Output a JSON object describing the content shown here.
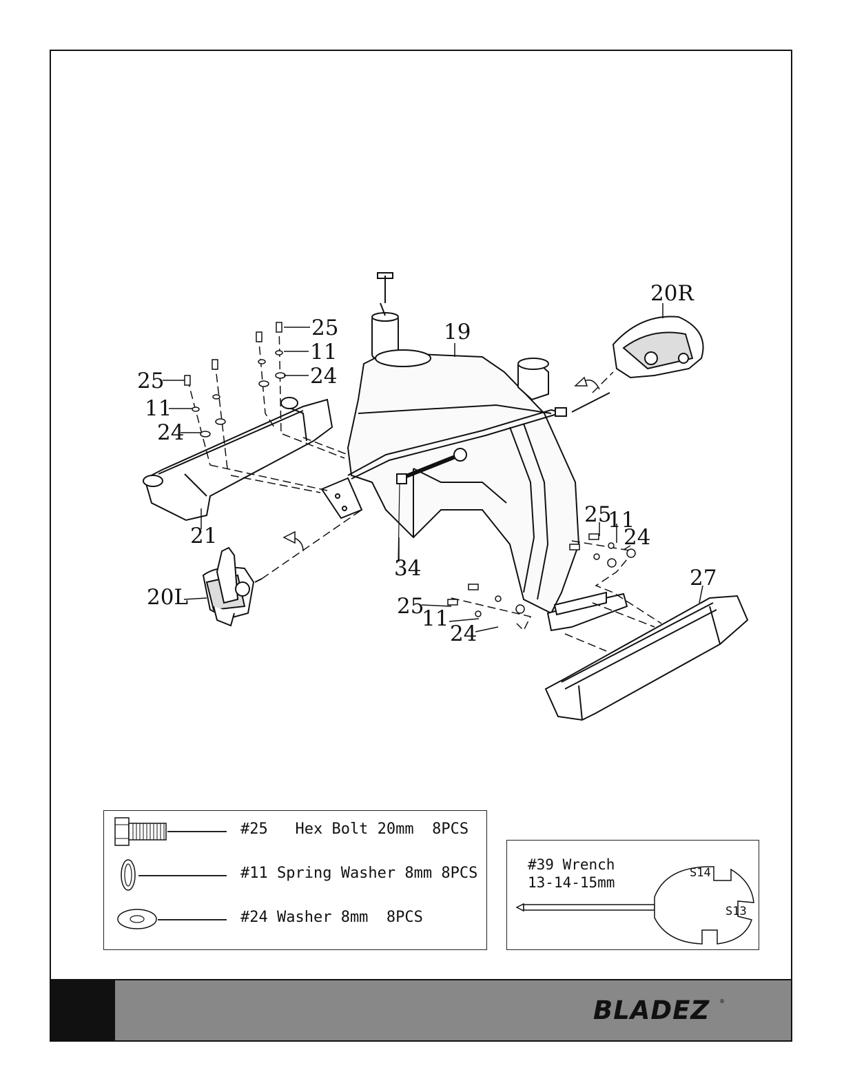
{
  "diagram": {
    "callouts": {
      "part_19": "19",
      "part_20r": "20R",
      "part_20l": "20L",
      "part_21": "21",
      "part_27": "27",
      "part_34": "34",
      "bolt_25": "25",
      "spring_washer_11": "11",
      "washer_24": "24"
    }
  },
  "hardware": {
    "items": [
      {
        "icon": "hex-bolt-icon",
        "label": "#25   Hex Bolt 20mm  8PCS"
      },
      {
        "icon": "spring-washer-icon",
        "label": "#11 Spring Washer 8mm 8PCS"
      },
      {
        "icon": "flat-washer-icon",
        "label": "#24 Washer 8mm  8PCS"
      }
    ]
  },
  "tool": {
    "line1": "#39 Wrench",
    "line2": "13-14-15mm",
    "slot_a": "S14",
    "slot_b": "S13"
  },
  "footer": {
    "brand": "BLADEZ",
    "brand_mark": "®"
  }
}
